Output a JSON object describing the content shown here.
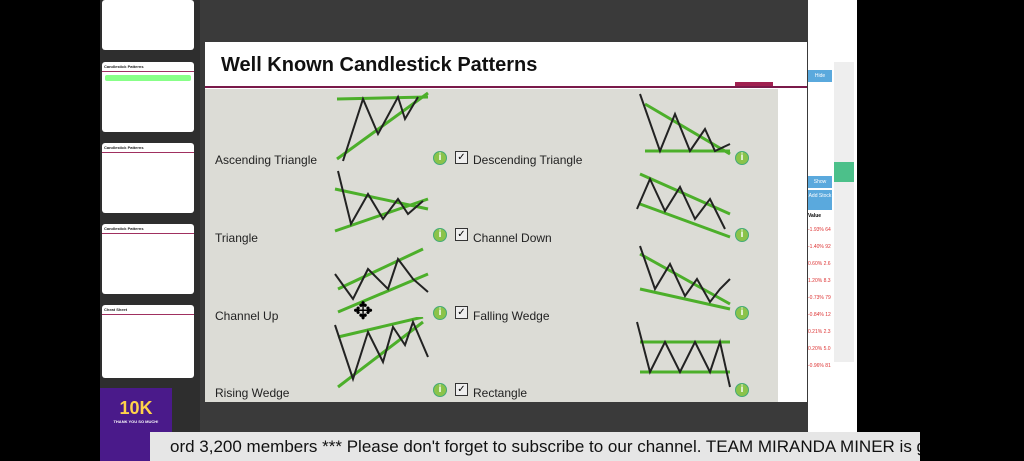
{
  "slide": {
    "title": "Well Known Candlestick Patterns"
  },
  "patterns": [
    {
      "label": "Ascending Triangle"
    },
    {
      "label": "Descending Triangle"
    },
    {
      "label": "Triangle"
    },
    {
      "label": "Channel Down"
    },
    {
      "label": "Channel Up"
    },
    {
      "label": "Falling Wedge"
    },
    {
      "label": "Rising Wedge"
    },
    {
      "label": "Rectangle"
    }
  ],
  "thumbnails": [
    "Candlestick Patterns",
    "Candlestick Patterns",
    "Candlestick Patterns",
    "Cheat Sheet"
  ],
  "promo": {
    "big": "10K",
    "small": "THANK YOU SO MUCH!"
  },
  "right_panel": {
    "hide": "Hide",
    "show": "Show",
    "add": "Add Stock",
    "value_header": "Value",
    "values": [
      "-1.93% 64",
      "-1.40% 92",
      "0.60% 2.6",
      "1.20% 8.3",
      "-0.73% 79",
      "-0.84% 12",
      "0.21% 2.3",
      "0.20% 5.0",
      "-0.96% 81"
    ]
  },
  "ticker": {
    "text": "ord 3,200 members *** Please don't forget to subscribe to our channel.  TEAM MIRANDA MINER is growing!!!"
  },
  "colors": {
    "green": "#4caf2a",
    "accent": "#7a1a4a"
  }
}
